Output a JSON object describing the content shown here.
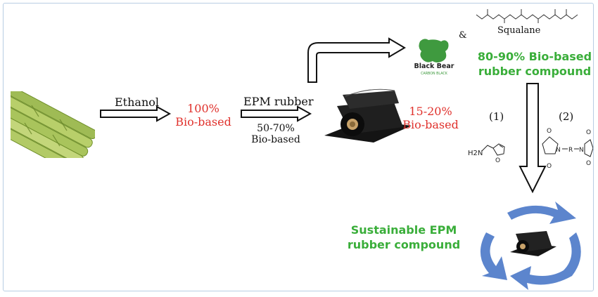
{
  "steps": {
    "ethanol_label": "Ethanol",
    "bio100_line1": "100%",
    "bio100_line2": "Bio-based",
    "epm_label": "EPM rubber",
    "epm_pct": "50-70%",
    "epm_bio": "Bio-based",
    "rubber_pct_line1": "15-20%",
    "rubber_pct_line2": "Bio-based"
  },
  "top": {
    "ampersand": "&",
    "squalane": "Squalane",
    "compound_line1": "80-90% Bio-based",
    "compound_line2": "rubber compound",
    "blackbear_name": "Black Bear",
    "blackbear_sub": "CARBON BLACK"
  },
  "reagents": {
    "r1_label": "(1)",
    "r2_label": "(2)",
    "nh2": "H2N",
    "atom_o": "O",
    "atom_n": "N",
    "atom_r": "R"
  },
  "result": {
    "line1": "Sustainable EPM",
    "line2": "rubber compound"
  },
  "colors": {
    "red": "#e0312c",
    "green": "#3aae3a",
    "recycle_blue": "#4a78c8"
  }
}
